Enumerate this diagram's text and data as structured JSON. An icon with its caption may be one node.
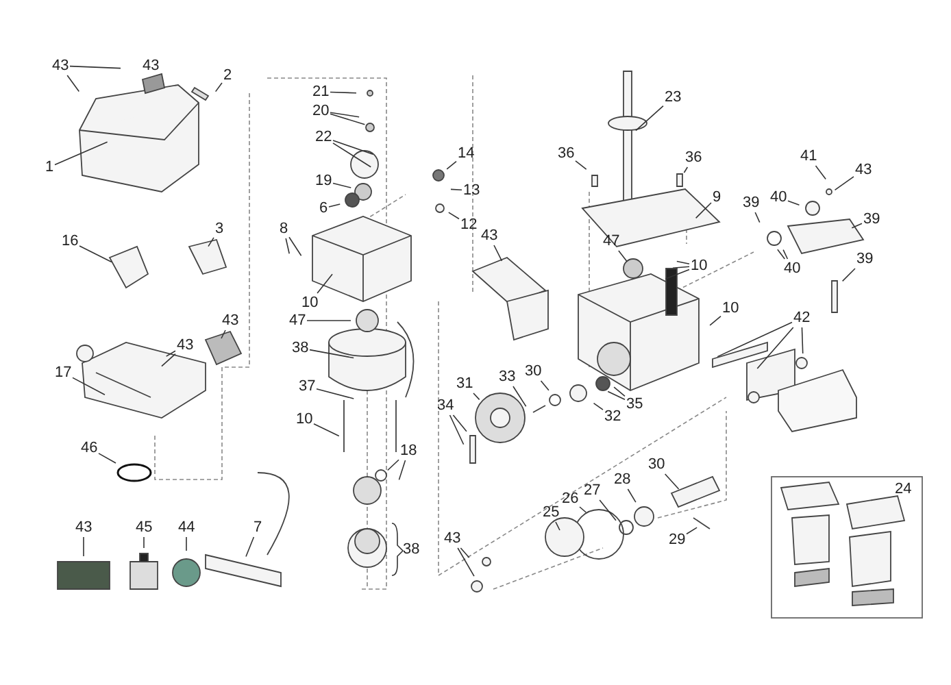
{
  "diagram": {
    "nodes": [
      {
        "text": [
          "43"
        ]
      },
      {
        "text": [
          "2"
        ]
      },
      {
        "text": [
          "1"
        ]
      },
      {
        "text": [
          "21"
        ]
      },
      {
        "text": [
          "20"
        ]
      },
      {
        "text": [
          "22"
        ]
      },
      {
        "text": [
          "19"
        ]
      },
      {
        "text": [
          "14"
        ]
      },
      {
        "text": [
          "13"
        ]
      },
      {
        "text": [
          "6"
        ]
      },
      {
        "text": [
          "12"
        ]
      },
      {
        "text": [
          "3"
        ]
      },
      {
        "text": [
          "16"
        ]
      },
      {
        "text": [
          "8"
        ]
      },
      {
        "text": [
          "10"
        ]
      },
      {
        "text": [
          "47"
        ]
      },
      {
        "text": [
          "43"
        ]
      },
      {
        "text": [
          "38"
        ]
      },
      {
        "text": [
          "43"
        ]
      },
      {
        "text": [
          "17"
        ]
      },
      {
        "text": [
          "37"
        ]
      },
      {
        "text": [
          "10"
        ]
      },
      {
        "text": [
          "18"
        ]
      },
      {
        "text": [
          "46"
        ]
      },
      {
        "text": [
          "7"
        ]
      },
      {
        "text": [
          "43"
        ]
      },
      {
        "text": [
          "45"
        ]
      },
      {
        "text": [
          "44"
        ]
      },
      {
        "text": [
          "23"
        ]
      },
      {
        "text": [
          "36"
        ]
      },
      {
        "text": [
          "36"
        ]
      },
      {
        "text": [
          "9"
        ]
      },
      {
        "text": [
          "43"
        ]
      },
      {
        "text": [
          "47"
        ]
      },
      {
        "text": [
          "10"
        ]
      },
      {
        "text": [
          "39"
        ]
      },
      {
        "text": [
          "40"
        ]
      },
      {
        "text": [
          "41"
        ]
      },
      {
        "text": [
          "43"
        ]
      },
      {
        "text": [
          "39"
        ]
      },
      {
        "text": [
          "40"
        ]
      },
      {
        "text": [
          "39"
        ]
      },
      {
        "text": [
          "10"
        ]
      },
      {
        "text": [
          "42"
        ]
      },
      {
        "text": [
          "31"
        ]
      },
      {
        "text": [
          "33"
        ]
      },
      {
        "text": [
          "30"
        ]
      },
      {
        "text": [
          "34"
        ]
      },
      {
        "text": [
          "35"
        ]
      },
      {
        "text": [
          "32"
        ]
      },
      {
        "text": [
          "30"
        ]
      },
      {
        "text": [
          "28"
        ]
      },
      {
        "text": [
          "27"
        ]
      },
      {
        "text": [
          "26"
        ]
      },
      {
        "text": [
          "25"
        ]
      },
      {
        "text": [
          "29"
        ]
      },
      {
        "text": [
          "43"
        ]
      }
    ],
    "edges": [
      {
        "from": 0,
        "to": null,
        "arrow": "none"
      },
      {
        "from": 0,
        "to": null,
        "arrow": "none"
      },
      {
        "from": 1,
        "to": null,
        "arrow": "none"
      },
      {
        "from": 2,
        "to": null,
        "arrow": "none"
      },
      {
        "from": 3,
        "to": null,
        "arrow": "none"
      },
      {
        "from": 4,
        "to": null,
        "arrow": "none"
      },
      {
        "from": 4,
        "to": null,
        "arrow": "none"
      },
      {
        "from": 5,
        "to": null,
        "arrow": "none"
      },
      {
        "from": 5,
        "to": null,
        "arrow": "none"
      },
      {
        "from": 6,
        "to": null,
        "arrow": "none"
      },
      {
        "from": 7,
        "to": null,
        "arrow": "none"
      },
      {
        "from": 8,
        "to": null,
        "arrow": "none"
      },
      {
        "from": 9,
        "to": null,
        "arrow": "none"
      },
      {
        "from": 10,
        "to": null,
        "arrow": "none"
      },
      {
        "from": 11,
        "to": null,
        "arrow": "none"
      },
      {
        "from": 12,
        "to": null,
        "arrow": "none"
      },
      {
        "from": 13,
        "to": null,
        "arrow": "none"
      },
      {
        "from": 13,
        "to": null,
        "arrow": "none"
      },
      {
        "from": 14,
        "to": null,
        "arrow": "none"
      },
      {
        "from": 15,
        "to": null,
        "arrow": "none"
      },
      {
        "from": 16,
        "to": null,
        "arrow": "none"
      },
      {
        "from": 17,
        "to": null,
        "arrow": "none"
      },
      {
        "from": 18,
        "to": null,
        "arrow": "none"
      },
      {
        "from": 18,
        "to": null,
        "arrow": "none"
      },
      {
        "from": 19,
        "to": null,
        "arrow": "none"
      },
      {
        "from": 20,
        "to": null,
        "arrow": "none"
      },
      {
        "from": 21,
        "to": null,
        "arrow": "none"
      },
      {
        "from": 22,
        "to": null,
        "arrow": "none"
      },
      {
        "from": 22,
        "to": null,
        "arrow": "none"
      },
      {
        "from": 23,
        "to": null,
        "arrow": "none"
      },
      {
        "from": 24,
        "to": null,
        "arrow": "none"
      },
      {
        "from": 25,
        "to": null,
        "arrow": "none"
      },
      {
        "from": 26,
        "to": null,
        "arrow": "none"
      },
      {
        "from": 27,
        "to": null,
        "arrow": "none"
      },
      {
        "from": 28,
        "to": null,
        "arrow": "none"
      },
      {
        "from": 29,
        "to": null,
        "arrow": "none"
      },
      {
        "from": 30,
        "to": null,
        "arrow": "none"
      },
      {
        "from": 31,
        "to": null,
        "arrow": "none"
      },
      {
        "from": 32,
        "to": null,
        "arrow": "none"
      },
      {
        "from": 33,
        "to": null,
        "arrow": "none"
      },
      {
        "from": 34,
        "to": null,
        "arrow": "none"
      },
      {
        "from": 34,
        "to": null,
        "arrow": "none"
      },
      {
        "from": 34,
        "to": null,
        "arrow": "none"
      },
      {
        "from": 35,
        "to": null,
        "arrow": "none"
      },
      {
        "from": 36,
        "to": null,
        "arrow": "none"
      },
      {
        "from": 37,
        "to": null,
        "arrow": "none"
      },
      {
        "from": 38,
        "to": null,
        "arrow": "none"
      },
      {
        "from": 39,
        "to": null,
        "arrow": "none"
      },
      {
        "from": 40,
        "to": null,
        "arrow": "none"
      },
      {
        "from": 40,
        "to": null,
        "arrow": "none"
      },
      {
        "from": 41,
        "to": null,
        "arrow": "none"
      },
      {
        "from": 42,
        "to": null,
        "arrow": "none"
      },
      {
        "from": 43,
        "to": null,
        "arrow": "none"
      },
      {
        "from": 43,
        "to": null,
        "arrow": "none"
      },
      {
        "from": 43,
        "to": null,
        "arrow": "none"
      },
      {
        "from": 44,
        "to": null,
        "arrow": "none"
      },
      {
        "from": 45,
        "to": null,
        "arrow": "none"
      },
      {
        "from": 46,
        "to": null,
        "arrow": "none"
      },
      {
        "from": 47,
        "to": null,
        "arrow": "none"
      },
      {
        "from": 47,
        "to": null,
        "arrow": "none"
      },
      {
        "from": 48,
        "to": null,
        "arrow": "none"
      },
      {
        "from": 48,
        "to": null,
        "arrow": "none"
      },
      {
        "from": 49,
        "to": null,
        "arrow": "none"
      },
      {
        "from": 50,
        "to": null,
        "arrow": "none"
      },
      {
        "from": 51,
        "to": null,
        "arrow": "none"
      },
      {
        "from": 52,
        "to": null,
        "arrow": "none"
      },
      {
        "from": 53,
        "to": null,
        "arrow": "none"
      },
      {
        "from": 54,
        "to": null,
        "arrow": "none"
      },
      {
        "from": 55,
        "to": null,
        "arrow": "none"
      },
      {
        "from": 56,
        "to": null,
        "arrow": "none"
      },
      {
        "from": 56,
        "to": null,
        "arrow": "none"
      }
    ],
    "labels": [
      "43",
      "38",
      "24"
    ]
  }
}
